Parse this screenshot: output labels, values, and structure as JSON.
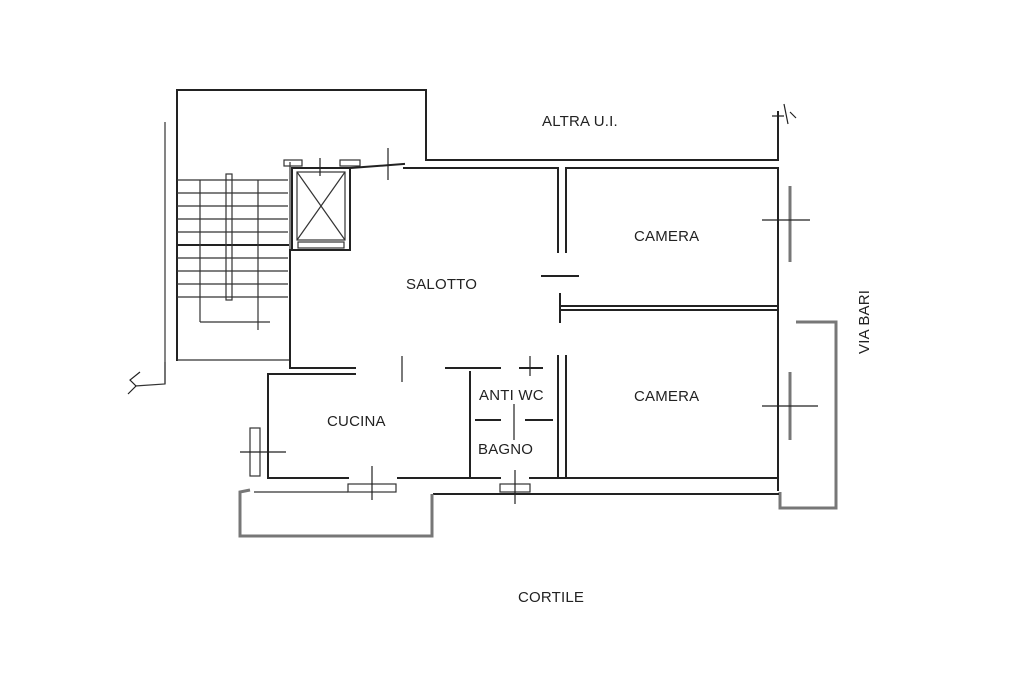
{
  "labels": {
    "altra_ui": "ALTRA U.I.",
    "camera_top": "CAMERA",
    "camera_bottom": "CAMERA",
    "salotto": "SALOTTO",
    "antiwc": "ANTI WC",
    "bagno": "BAGNO",
    "cucina": "CUCINA",
    "cortile": "CORTILE",
    "via_bari": "VIA BARI"
  }
}
